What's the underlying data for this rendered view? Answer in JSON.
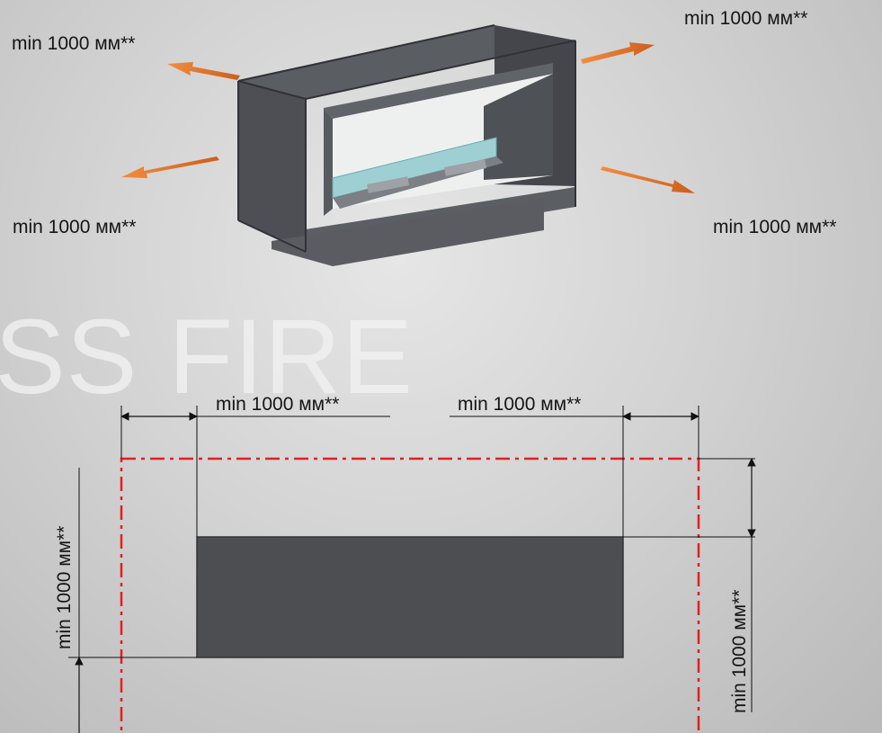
{
  "watermark": {
    "text": "SS FIRE"
  },
  "top_view": {
    "labels": {
      "top_left": "min 1000 мм**",
      "top_right": "min 1000 мм**",
      "bottom_left": "min 1000 мм**",
      "bottom_right": "min 1000 мм**"
    },
    "arrow_color": "#e0772d",
    "glass_color": "#9ed0d3",
    "body_color": "#4b4d52"
  },
  "plan_view": {
    "labels": {
      "top_left": "min 1000 мм**",
      "top_right": "min 1000 мм**",
      "left_vertical": "min 1000 мм**",
      "right_vertical": "min 1000 мм**"
    },
    "clearance_line_color": "#e31f1f",
    "body_color": "#4c4e52"
  }
}
